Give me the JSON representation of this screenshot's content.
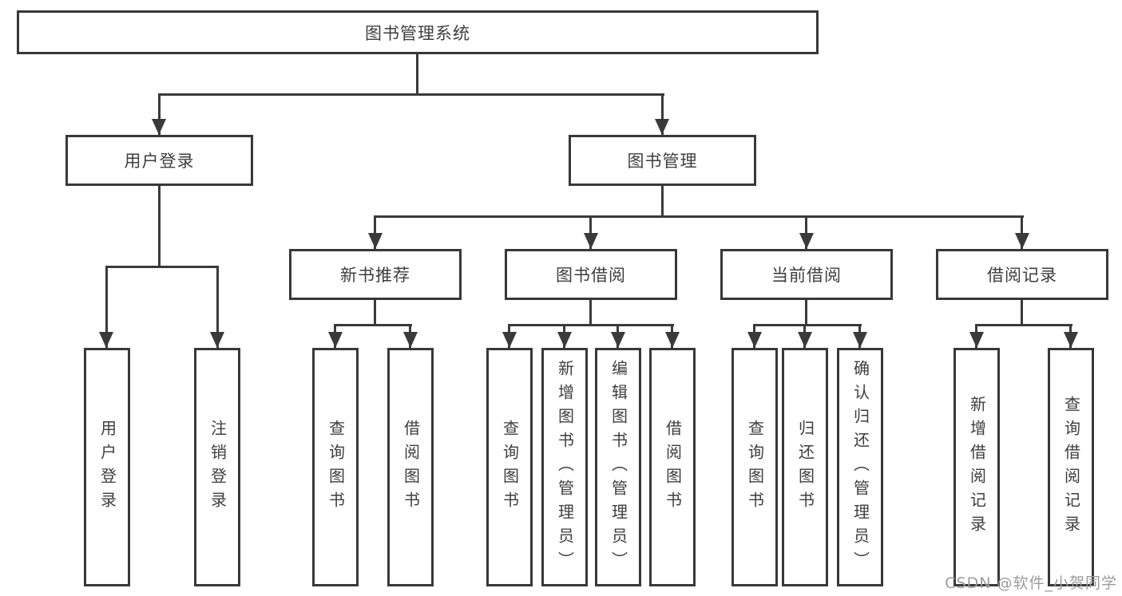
{
  "tree": {
    "label": "图书管理系统",
    "children": [
      {
        "label": "用户登录",
        "children": [
          {
            "label": "用户登录"
          },
          {
            "label": "注销登录"
          }
        ]
      },
      {
        "label": "图书管理",
        "children": [
          {
            "label": "新书推荐",
            "children": [
              {
                "label": "查询图书"
              },
              {
                "label": "借阅图书"
              }
            ]
          },
          {
            "label": "图书借阅",
            "children": [
              {
                "label": "查询图书"
              },
              {
                "label": "新增图书（管理员）"
              },
              {
                "label": "编辑图书（管理员）"
              },
              {
                "label": "借阅图书"
              }
            ]
          },
          {
            "label": "当前借阅",
            "children": [
              {
                "label": "查询图书"
              },
              {
                "label": "归还图书"
              },
              {
                "label": "确认归还（管理员）"
              }
            ]
          },
          {
            "label": "借阅记录",
            "children": [
              {
                "label": "新增借阅记录"
              },
              {
                "label": "查询借阅记录"
              }
            ]
          }
        ]
      }
    ]
  },
  "watermark": {
    "text": "CSDN @软件_小贺同学"
  },
  "colors": {
    "line": "#3a3a3a",
    "border": "#383838",
    "text": "#3e3e3e",
    "watermark": "#9c9c9c",
    "background": "#ffffff"
  }
}
